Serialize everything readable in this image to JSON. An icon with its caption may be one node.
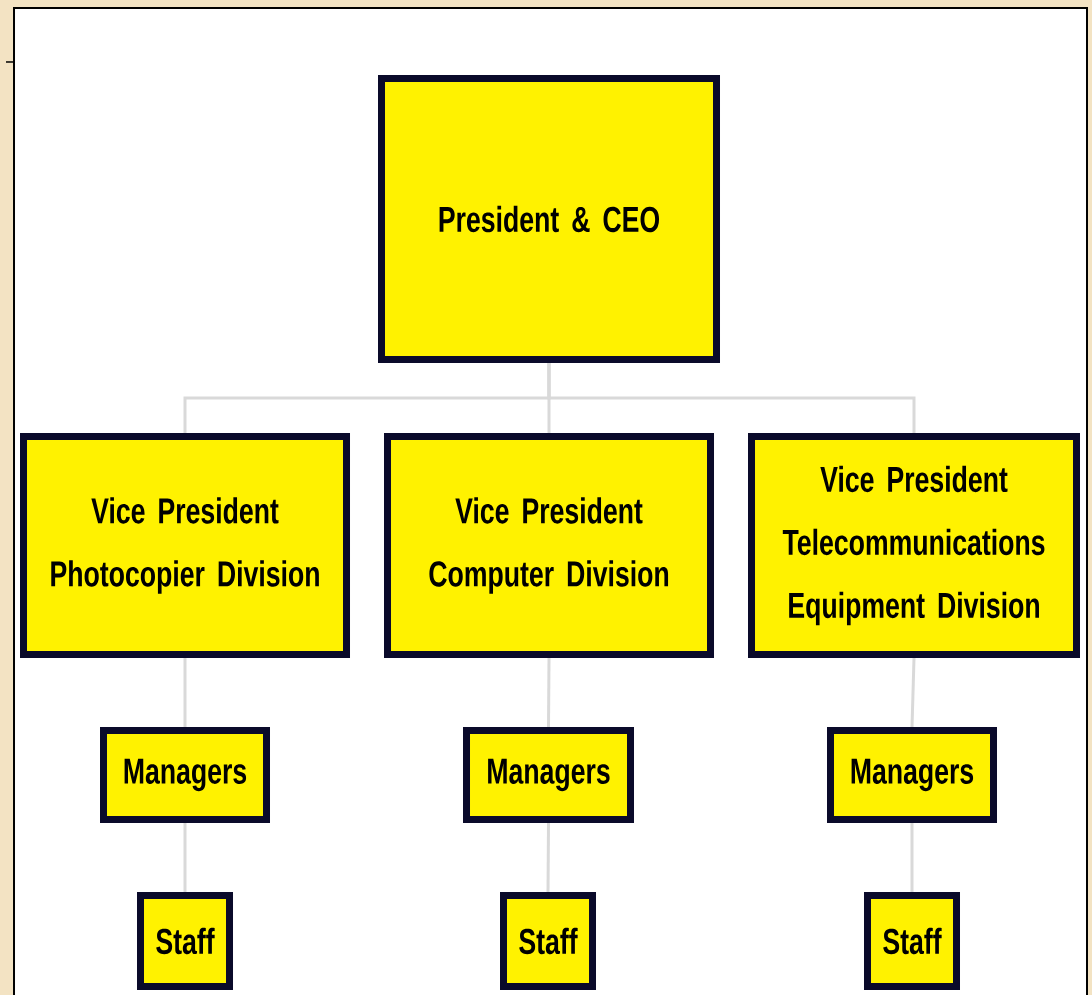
{
  "diagram": {
    "nodes": [
      {
        "text": [
          "President & CEO"
        ]
      },
      {
        "text": [
          "Vice President Photocopier Division"
        ]
      },
      {
        "text": [
          "Vice President Computer Division"
        ]
      },
      {
        "text": [
          "Vice President Telecommunications Equipment Division"
        ]
      },
      {
        "text": [
          "Managers"
        ]
      },
      {
        "text": [
          "Managers"
        ]
      },
      {
        "text": [
          "Managers"
        ]
      },
      {
        "text": [
          "Staff"
        ]
      },
      {
        "text": [
          "Staff"
        ]
      },
      {
        "text": [
          "Staff"
        ]
      }
    ],
    "edges": [
      {
        "from": 0,
        "to": 1,
        "arrow": "none"
      },
      {
        "from": 0,
        "to": 2,
        "arrow": "none"
      },
      {
        "from": 0,
        "to": 3,
        "arrow": "none"
      },
      {
        "from": 1,
        "to": 4,
        "arrow": "none"
      },
      {
        "from": 2,
        "to": 5,
        "arrow": "none"
      },
      {
        "from": 3,
        "to": 6,
        "arrow": "none"
      },
      {
        "from": 4,
        "to": 7,
        "arrow": "none"
      },
      {
        "from": 5,
        "to": 8,
        "arrow": "none"
      },
      {
        "from": 6,
        "to": 9,
        "arrow": "none"
      }
    ]
  }
}
